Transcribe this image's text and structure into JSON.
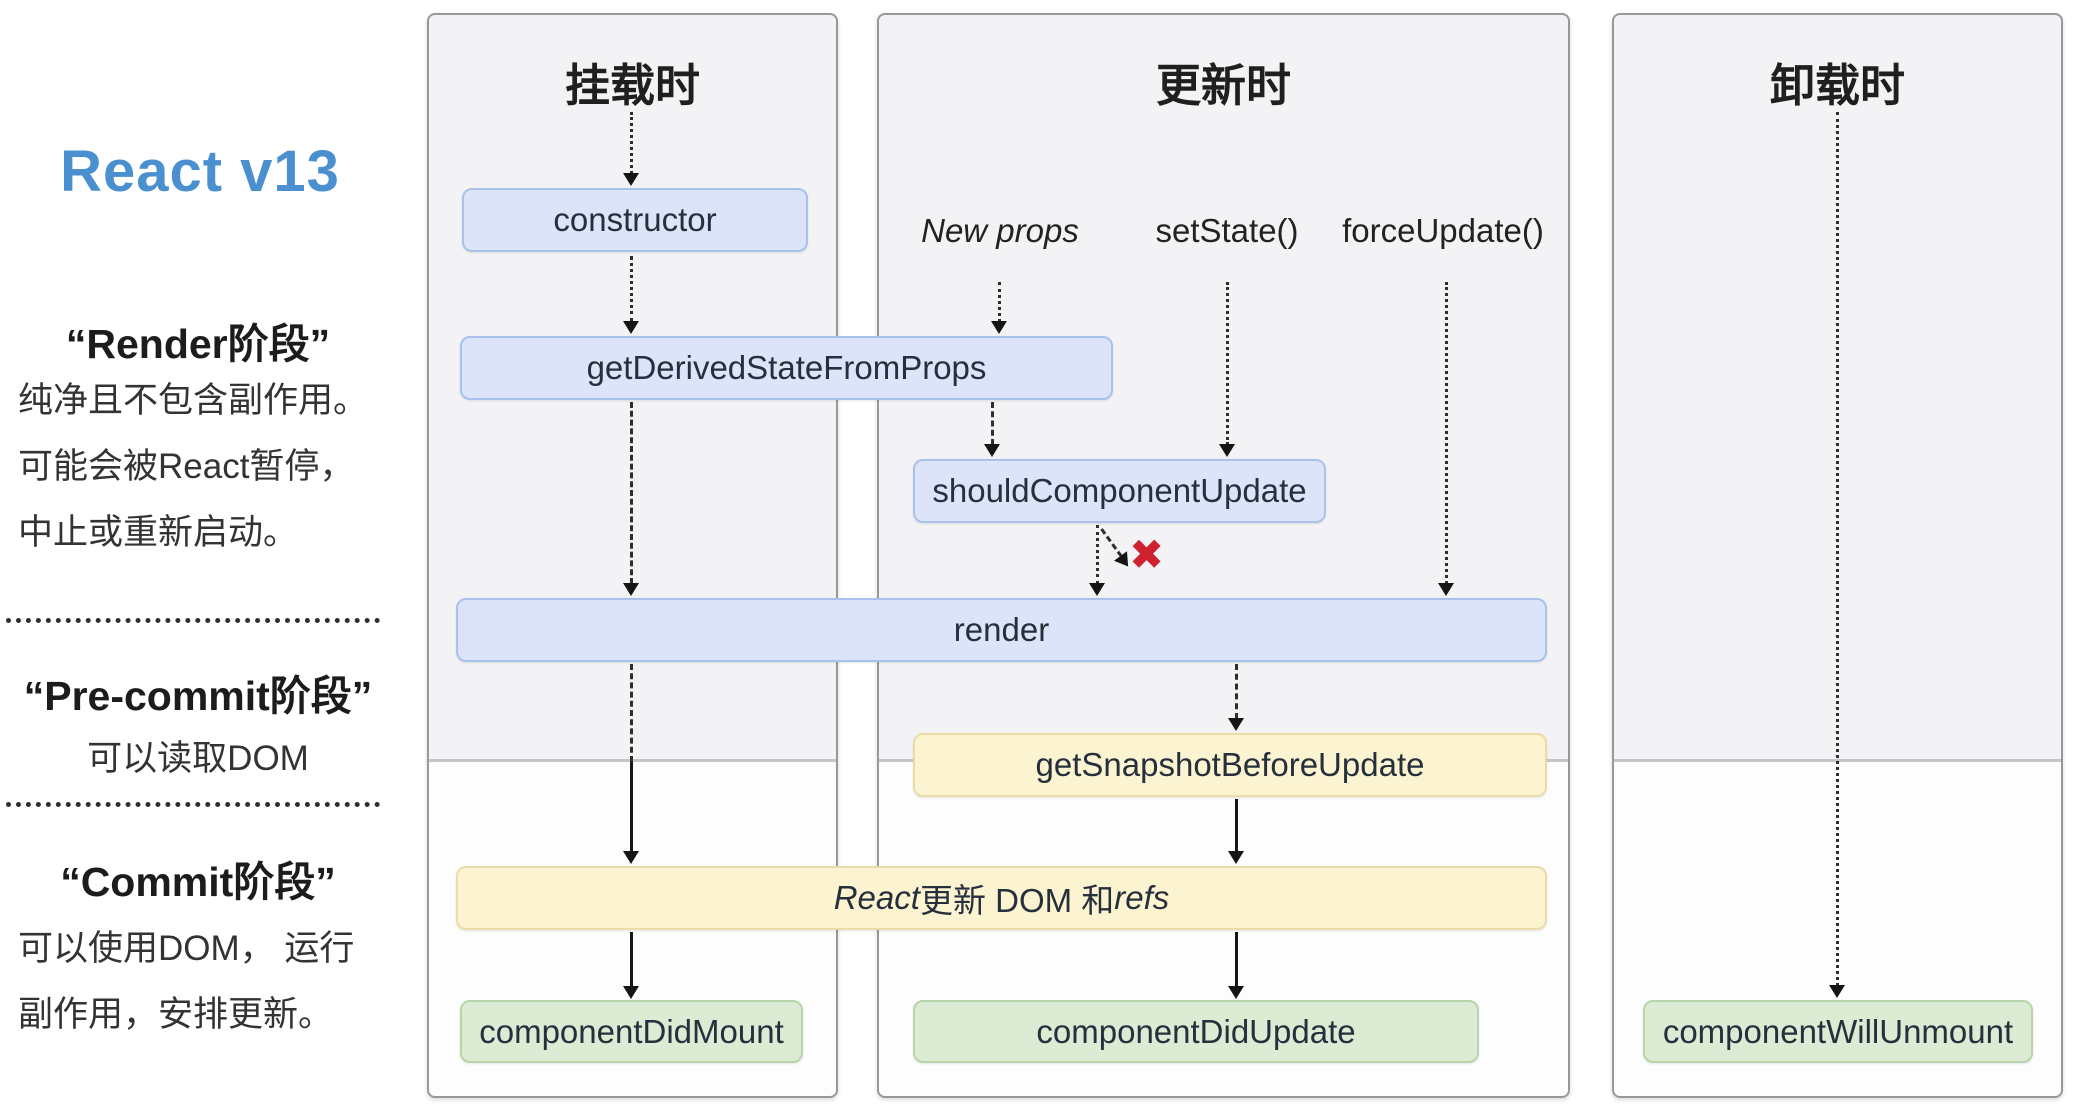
{
  "colors": {
    "react-blue": "#4a8fd0",
    "panel-top-bg": "#f3f3f6",
    "panel-bottom-bg": "#fdfdfe",
    "panel-border": "#98989c",
    "blue-node-bg": "#dbe4f8",
    "blue-node-border": "#a9c2ec",
    "yellow-node-bg": "#fcf3d0",
    "yellow-node-border": "#e9dca6",
    "green-node-bg": "#dcebd4",
    "green-node-border": "#b7d5aa",
    "reject-red": "#cf2030",
    "text-dark": "#222222"
  },
  "sidebar": {
    "title": "React v13",
    "sections": [
      {
        "heading": "“Render阶段”",
        "lines": [
          "纯净且不包含副作用。",
          "可能会被React暂停，",
          "中止或重新启动。"
        ]
      },
      {
        "heading": "“Pre-commit阶段”",
        "lines": [
          "可以读取DOM"
        ]
      },
      {
        "heading": "“Commit阶段”",
        "lines": [
          "可以使用DOM， 运行",
          "副作用，安排更新。"
        ]
      }
    ]
  },
  "columns": {
    "mounting": "挂载时",
    "updating": "更新时",
    "unmounting": "卸载时"
  },
  "triggers": {
    "new_props": "New props",
    "set_state": "setState()",
    "force_update": "forceUpdate()"
  },
  "nodes": {
    "constructor": "constructor",
    "get_derived_state_from_props": "getDerivedStateFromProps",
    "should_component_update": "shouldComponentUpdate",
    "render": "render",
    "get_snapshot_before_update": "getSnapshotBeforeUpdate",
    "react_updates_dom": {
      "italic_prefix": "React",
      "text": "更新 DOM 和 ",
      "italic_suffix": "refs"
    },
    "component_did_mount": "componentDidMount",
    "component_did_update": "componentDidUpdate",
    "component_will_unmount": "componentWillUnmount"
  },
  "marks": {
    "reject": "✖"
  }
}
